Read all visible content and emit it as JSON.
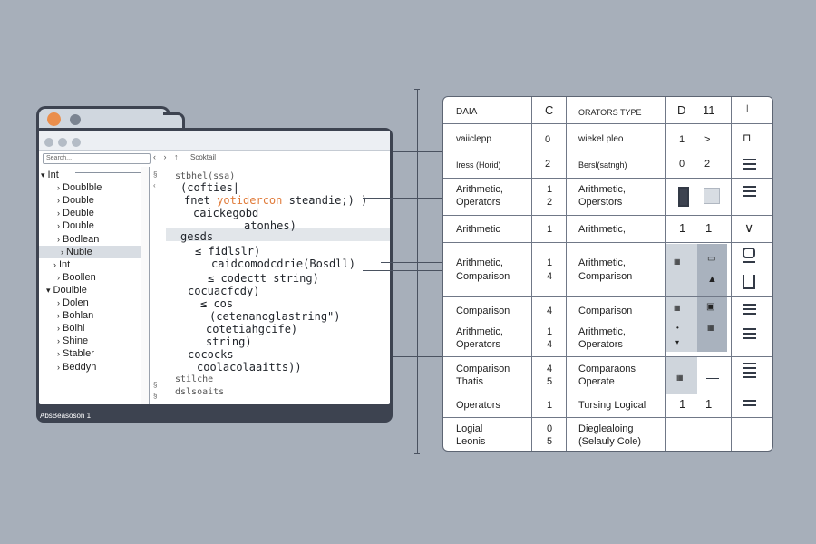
{
  "editor": {
    "search_placeholder": "Search...",
    "nav_buttons": "‹ › ↑",
    "tab_title": "Scoktail",
    "status": "AbsBeasoson 1",
    "tree": [
      {
        "arrow": "▾",
        "label": "Int"
      },
      {
        "arrow": "›",
        "label": "Doublble"
      },
      {
        "arrow": "›",
        "label": "Double"
      },
      {
        "arrow": "›",
        "label": "Deuble"
      },
      {
        "arrow": "›",
        "label": "Double"
      },
      {
        "arrow": "›",
        "label": "Bodlean"
      },
      {
        "arrow": "›",
        "label": "Nuble"
      },
      {
        "arrow": "›",
        "label": "Int"
      },
      {
        "arrow": "›",
        "label": "Boollen"
      },
      {
        "arrow": "▾",
        "label": "Doulble"
      },
      {
        "arrow": "›",
        "label": "Dolen"
      },
      {
        "arrow": "›",
        "label": "Bohlan"
      },
      {
        "arrow": "›",
        "label": "Bolhl"
      },
      {
        "arrow": "›",
        "label": "Shine"
      },
      {
        "arrow": "›",
        "label": "Stabler"
      },
      {
        "arrow": "›",
        "label": "Beddyn"
      }
    ],
    "code": [
      {
        "text": "stbhel(ssa)"
      },
      {
        "text": "(cofties|"
      },
      {
        "pre": "fnet  ",
        "accent": "yotidercon",
        "post": " steandie;)  )"
      },
      {
        "text": "caickegobd"
      },
      {
        "text": "atonhes)"
      },
      {
        "text": "gesds"
      },
      {
        "text": "≤ fidlslr)"
      },
      {
        "text": "caidcomodcdrie(Bosdll)"
      },
      {
        "text": "≤ codectt  string)"
      },
      {
        "text": "cocuacfcdy)"
      },
      {
        "text": "≤ cos"
      },
      {
        "text": "(cetenanoglastring\")"
      },
      {
        "text": "cotetiahgcife)"
      },
      {
        "text": "string)"
      },
      {
        "text": "cococks"
      },
      {
        "text": "coolacolaaitts))"
      },
      {
        "text": "stilche"
      },
      {
        "text": "dslsoaits"
      }
    ]
  },
  "table": {
    "header": {
      "c1": "DAIA",
      "c2": "C",
      "c3": "ORATORS TYPE",
      "c4a": "D",
      "c4b": "11"
    },
    "rows": [
      {
        "c1": "vaiiclepp",
        "c2": "0",
        "c3": "wiekel pleo",
        "c4a": "1",
        "c4b": ">"
      },
      {
        "c1": "Iress (Horid)",
        "c2": "2",
        "c3": "Bersl(satngh)",
        "c4a": "0",
        "c4b": "2"
      },
      {
        "c1": "Arithmetic,",
        "c1b": "Operators",
        "c2": "1",
        "c2b": "2",
        "c3": "Arithmetic,",
        "c3b": "Operstors"
      },
      {
        "c1": "Arithmetic",
        "c2": "1",
        "c3": "Arithmetic,",
        "c4a": "1",
        "c4b": "1"
      },
      {
        "c1": "Arithmetic,",
        "c1b": "Comparison",
        "c2": "1",
        "c2b": "4",
        "c3": "Arithmetic,",
        "c3b": "Comparison"
      },
      {
        "c1": "Comparison",
        "c2": "4",
        "c3": "Comparison"
      },
      {
        "c1": "Arithmetic,",
        "c1b": "Operators",
        "c2": "1",
        "c2b": "4",
        "c3": "Arithmetic,",
        "c3b": "Operators"
      },
      {
        "c1": "Comparison",
        "c1b": "Thatis",
        "c2": "4",
        "c2b": "5",
        "c3": "Comparaons",
        "c3b": "Operate"
      },
      {
        "c1": "Operators",
        "c2": "1",
        "c3": "Tursing Logical",
        "c4a": "1",
        "c4b": "1"
      },
      {
        "c1": "Logial",
        "c1b": "Leonis",
        "c2": "0",
        "c2b": "5",
        "c3": "Dieglealoing",
        "c3b": "(Selauly Cole)"
      }
    ]
  },
  "colors": {
    "background": "#a7afba",
    "window_frame": "#3d4350",
    "accent": "#e07b3a"
  }
}
